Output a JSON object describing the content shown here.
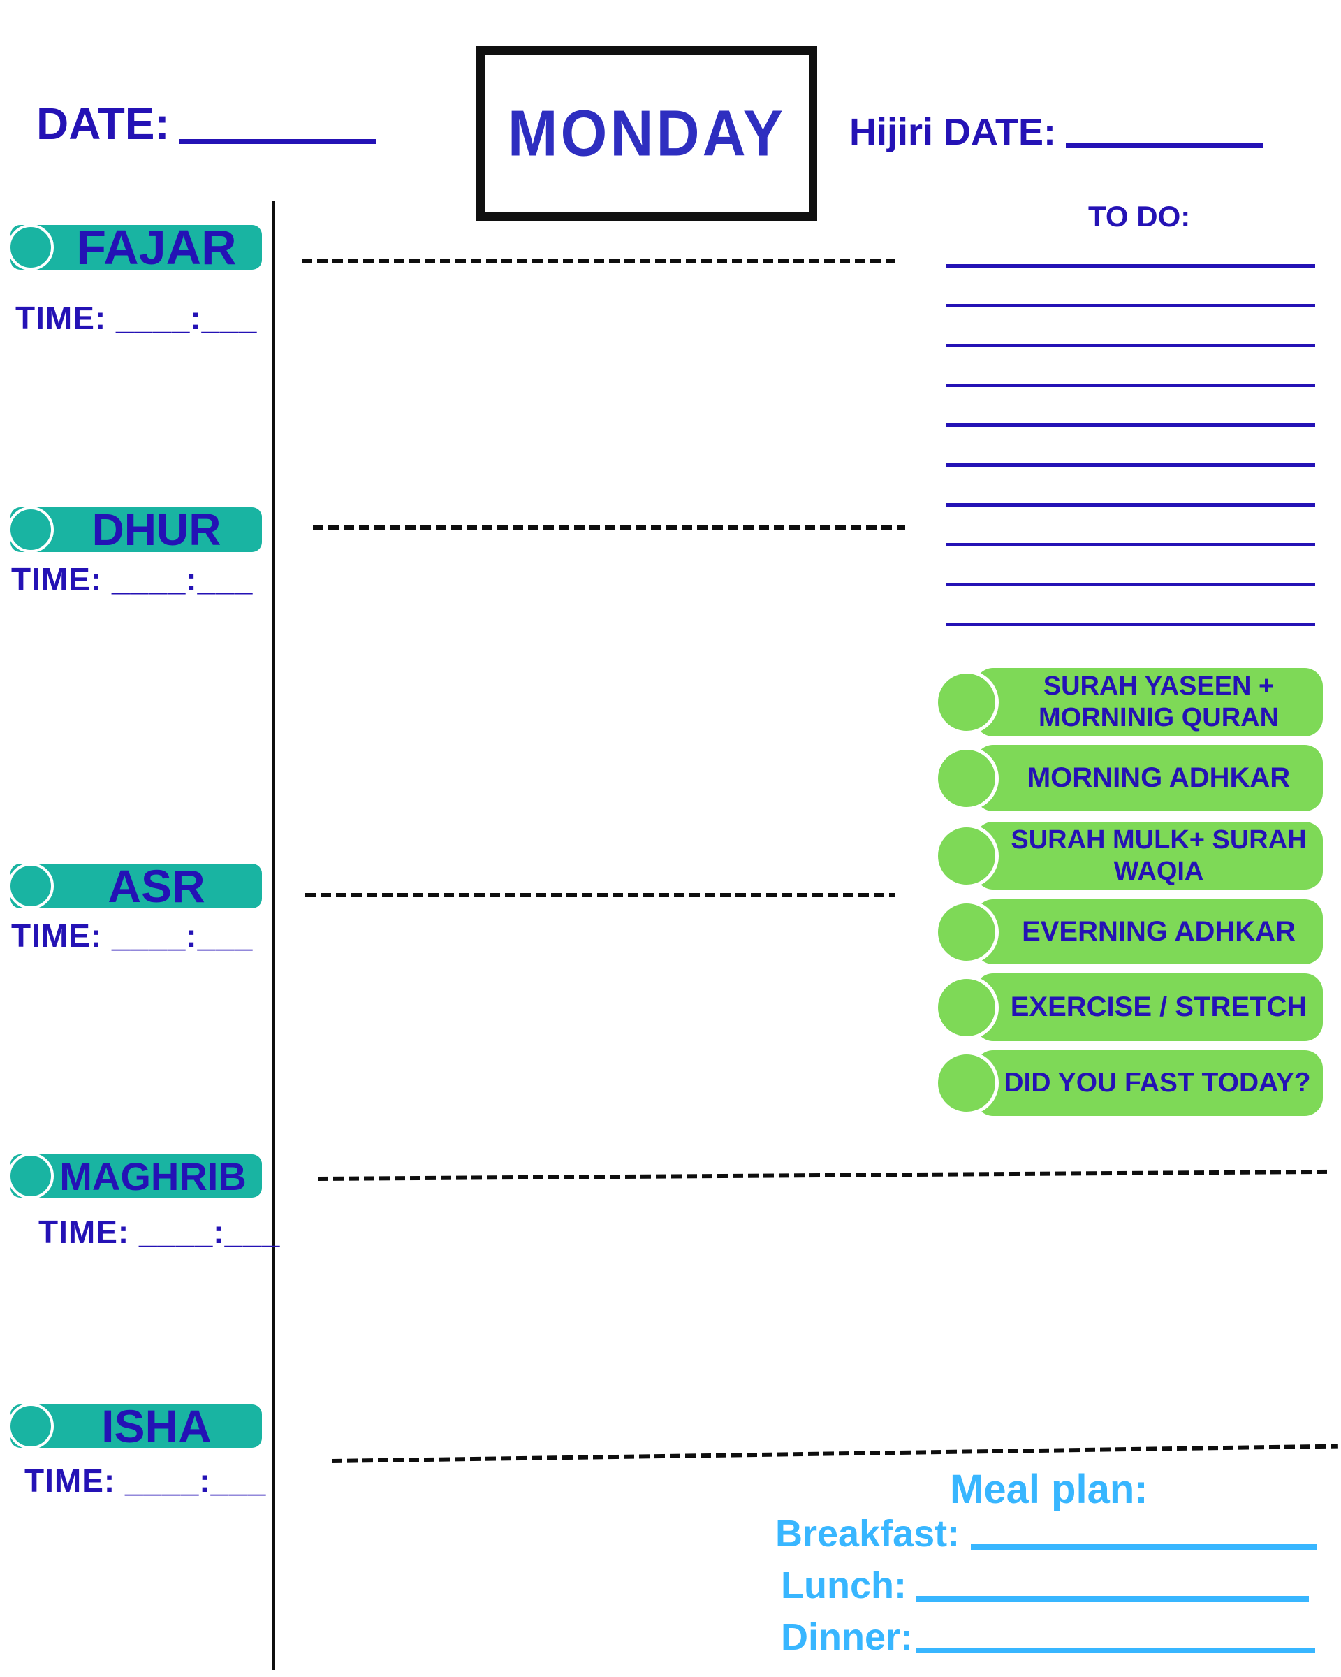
{
  "header": {
    "date_label": "DATE:",
    "day": "MONDAY",
    "hijiri_label": "Hijiri DATE:"
  },
  "prayers": [
    {
      "name": "FAJAR",
      "time_label": "TIME: ____:___"
    },
    {
      "name": "DHUR",
      "time_label": "TIME: ____:___"
    },
    {
      "name": "ASR",
      "time_label": "TIME: ____:___"
    },
    {
      "name": "MAGHRIB",
      "time_label": "TIME: ____:___"
    },
    {
      "name": "ISHA",
      "time_label": "TIME: ____:___"
    }
  ],
  "todo": {
    "label": "TO DO:",
    "blank_line_count": 10
  },
  "checklist": [
    "SURAH YASEEN + MORNINIG QURAN",
    "MORNING ADHKAR",
    "SURAH MULK+ SURAH WAQIA",
    "EVERNING ADHKAR",
    "EXERCISE / STRETCH",
    "DID YOU FAST TODAY?"
  ],
  "meal_plan": {
    "title": "Meal plan:",
    "items": [
      "Breakfast:",
      "Lunch:",
      "Dinner:"
    ]
  },
  "colors": {
    "navy": "#2412b5",
    "monday_blue": "#2e2ec0",
    "teal": "#19b4a2",
    "green": "#7ed957",
    "light_blue": "#38b6ff",
    "black": "#101010"
  }
}
